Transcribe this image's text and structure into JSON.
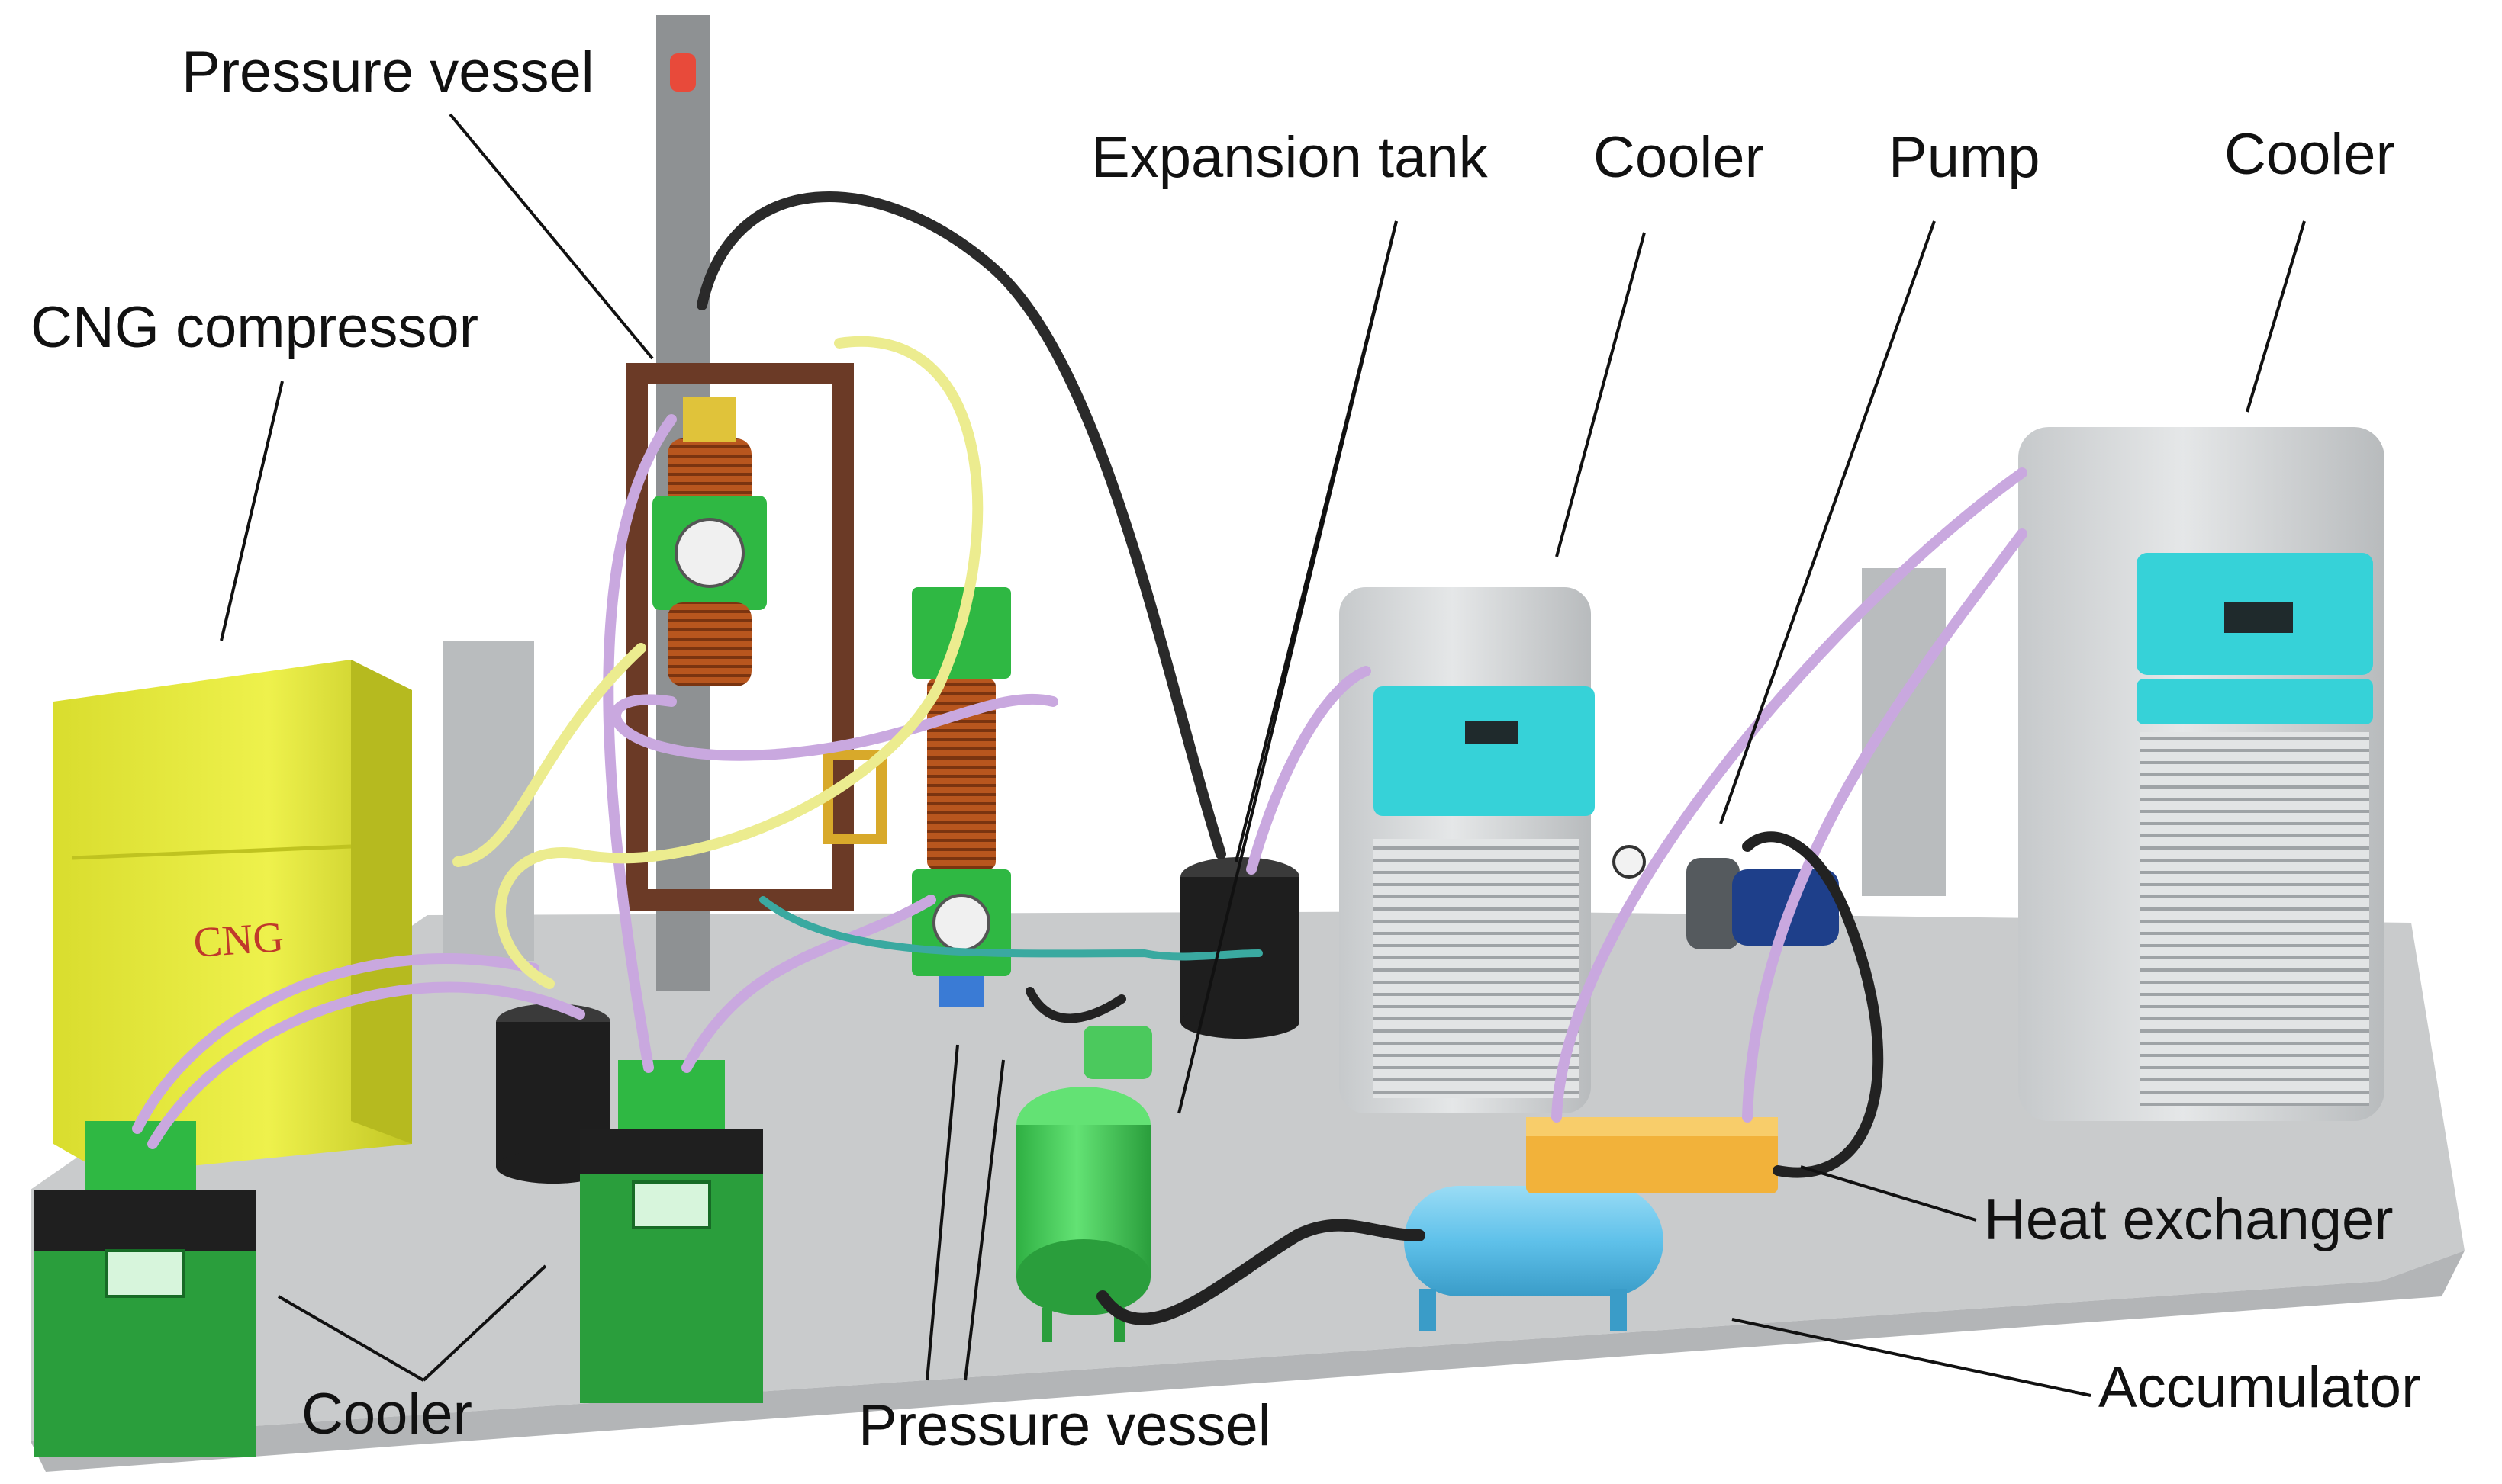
{
  "labels": {
    "pressure_vessel_top": "Pressure vessel",
    "cng_compressor": "CNG compressor",
    "expansion_tank": "Expansion tank",
    "cooler_middle": "Cooler",
    "pump": "Pump",
    "cooler_right": "Cooler",
    "heat_exchanger": "Heat exchanger",
    "accumulator": "Accumulator",
    "pressure_vessel_bottom": "Pressure vessel",
    "cooler_bottom_left": "Cooler"
  },
  "equipment_text": {
    "cng_box_text": "CNG"
  },
  "colors": {
    "platform": "#c9cbcc",
    "compressor": "#e6ea3a",
    "cooler_body": "#d8dbdc",
    "cooler_panel": "#36d2d8",
    "green_unit": "#2fb843",
    "coil_copper": "#b8561e",
    "frame_brown": "#6b3a26",
    "accumulator": "#5fc1ea",
    "vessel_green": "#45d35a",
    "heat_exchanger": "#f2b23a",
    "hose_purple": "#c9a8df",
    "hose_yellow": "#ecec8f",
    "hose_black": "#222222",
    "pump_blue": "#1e3f8a"
  }
}
